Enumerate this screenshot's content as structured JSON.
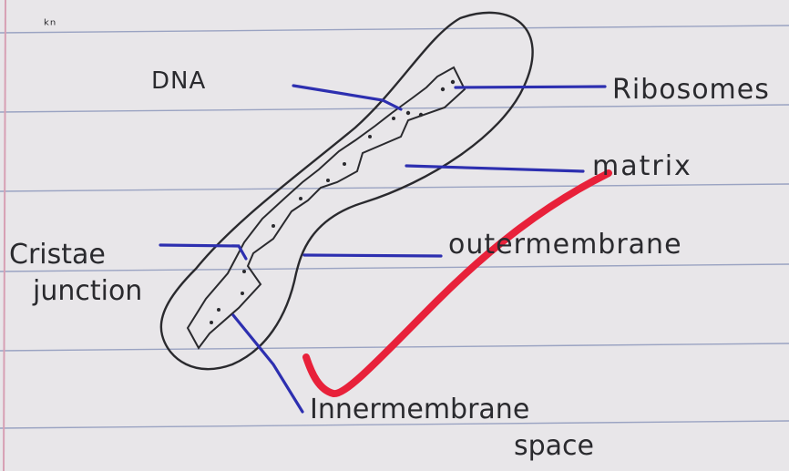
{
  "corner_mark": "ᵏⁿ",
  "labels": {
    "dna": "DNA",
    "ribosomes": "Ribosomes",
    "matrix": "matrix",
    "cristae_junction": [
      "Cristae",
      "junction"
    ],
    "outer_membrane": "outermembrane",
    "intermembrane_space": [
      "Innermembrane",
      "space"
    ]
  },
  "colors": {
    "paper": "#e8e6e9",
    "rule_lines": "#9aa3c2",
    "margin_line": "#d7a0b4",
    "ink_pencil": "#2a2a2e",
    "ink_blue": "#2d2fb0",
    "check_mark": "#e8213a"
  }
}
